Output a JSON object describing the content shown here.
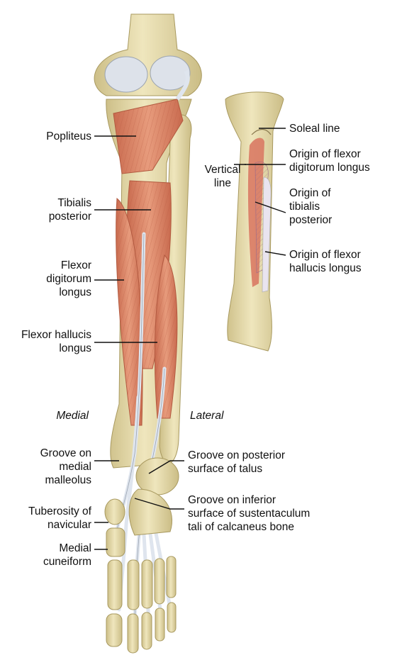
{
  "labels": {
    "popliteus": [
      "Popliteus"
    ],
    "tibialis_posterior": [
      "Tibialis",
      "posterior"
    ],
    "flexor_digitorum_longus": [
      "Flexor",
      "digitorum",
      "longus"
    ],
    "flexor_hallucis_longus": [
      "Flexor hallucis",
      "longus"
    ],
    "medial": "Medial",
    "lateral": "Lateral",
    "groove_medial_malleolus": [
      "Groove on",
      "medial",
      "malleolus"
    ],
    "tuberosity_navicular": [
      "Tuberosity of",
      "navicular"
    ],
    "medial_cuneiform": [
      "Medial",
      "cuneiform"
    ],
    "groove_talus": [
      "Groove on posterior",
      "surface of talus"
    ],
    "groove_sustentaculum": [
      "Groove on inferior",
      "surface of sustentaculum",
      "tali of calcaneus bone"
    ],
    "soleal_line": [
      "Soleal line"
    ],
    "vertical_line": [
      "Vertical",
      "line"
    ],
    "origin_fdl": [
      "Origin of flexor",
      "digitorum longus"
    ],
    "origin_tp": [
      "Origin of",
      "tibialis",
      "posterior"
    ],
    "origin_fhl": [
      "Origin of flexor",
      "hallucis longus"
    ]
  },
  "colors": {
    "bone": "#e6dcae",
    "bone_shade": "#c9bb85",
    "muscle": "#df8a6c",
    "muscle_dark": "#c96b4f",
    "tendon": "#dfe5ee",
    "leader": "#111111"
  }
}
